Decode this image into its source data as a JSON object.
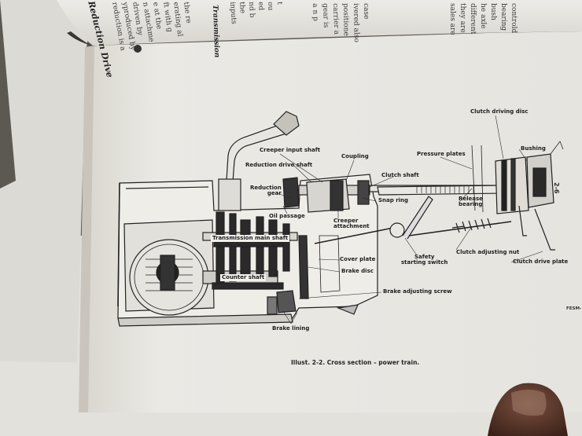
{
  "manual_page": {
    "page_number": "2-6",
    "caption": "Illust. 2-2. Cross section – power train.",
    "figure_code": "FESM-",
    "diagram_labels": [
      {
        "id": "creeper-input-shaft",
        "text": "Creeper input shaft"
      },
      {
        "id": "reduction-drive-shaft",
        "text": "Reduction drive shaft"
      },
      {
        "id": "coupling",
        "text": "Coupling"
      },
      {
        "id": "clutch-shaft",
        "text": "Clutch shaft"
      },
      {
        "id": "pressure-plates",
        "text": "Pressure plates"
      },
      {
        "id": "clutch-driving-disc",
        "text": "Clutch driving disc"
      },
      {
        "id": "bushing",
        "text": "Bushing"
      },
      {
        "id": "reduction-gear",
        "text": "Reduction\ngear"
      },
      {
        "id": "snap-ring",
        "text": "Snap ring"
      },
      {
        "id": "release-bearing",
        "text": "Release\nbearing"
      },
      {
        "id": "oil-passage",
        "text": "Oil passage"
      },
      {
        "id": "creeper-attachment",
        "text": "Creeper\nattachment"
      },
      {
        "id": "transmission-main-shaft",
        "text": "Transmission main shaft"
      },
      {
        "id": "clutch-adjusting-nut",
        "text": "Clutch adjusting nut"
      },
      {
        "id": "clutch-drive-plate",
        "text": "Clutch drive plate"
      },
      {
        "id": "cover-plate",
        "text": "Cover plate"
      },
      {
        "id": "safety-starting-switch",
        "text": "Safety\nstarting switch"
      },
      {
        "id": "counter-shaft",
        "text": "Counter shaft"
      },
      {
        "id": "brake-disc",
        "text": "Brake disc"
      },
      {
        "id": "brake-adjusting-screw",
        "text": "Brake adjusting screw"
      },
      {
        "id": "brake-lining",
        "text": "Brake lining"
      }
    ]
  },
  "facing_page": {
    "heading": "Transmission",
    "heading_prefix": "Reduction Drive",
    "text_lines": [
      "reduction is a",
      "yproduced by",
      "driven by",
      "n attachme",
      "e at the",
      "ft with g",
      "erating al",
      "the re"
    ],
    "mid_lines": [
      "inputs",
      "the",
      "nd b",
      "ed",
      "ou",
      "t"
    ],
    "right_lines": [
      "a n p",
      "gear is",
      "carrier a",
      "positione",
      "ivered also",
      "case"
    ],
    "far_right_lines": [
      "sales are",
      "they are",
      "different",
      "he axle",
      "bush",
      "bearing",
      "controld"
    ]
  },
  "colors": {
    "paper": "#e9e7e1",
    "paper_shadow": "#cfcbc3",
    "ink": "#1e1e1e",
    "table": "#6e6a64"
  }
}
